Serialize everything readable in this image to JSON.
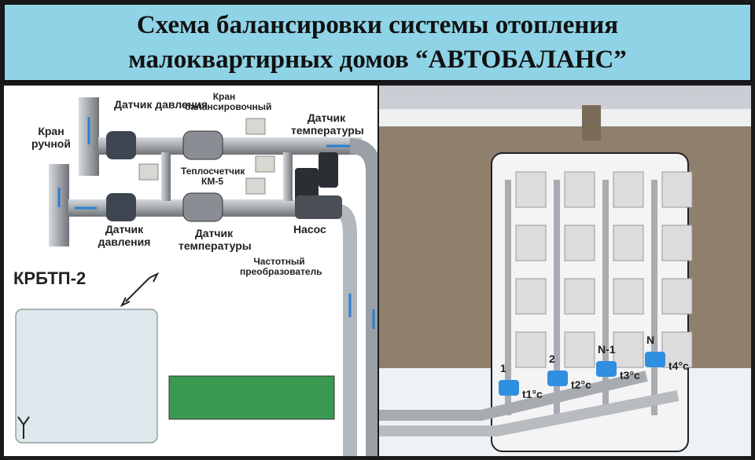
{
  "title": {
    "line1": "Схема балансировки системы отопления",
    "line2": "малоквартирных домов “АВТОБАЛАНС”"
  },
  "labels": {
    "pressure_sensor_top": "Датчик давления",
    "manual_valve": "Кран ручной",
    "balancing_valve": "Кран балансировочный",
    "temp_sensor_top": "Датчик температуры",
    "heat_meter": "Теплосчетчик КМ-5",
    "pressure_sensor_bottom": "Датчик давления",
    "temp_sensor_bottom": "Датчик температуры",
    "pump": "Насос",
    "frequency_converter": "Частотный преобразователь",
    "controller": "КРБТП-2"
  },
  "risers": [
    {
      "number": "1",
      "temp": "t1°c"
    },
    {
      "number": "2",
      "temp": "t2°c"
    },
    {
      "number": "N-1",
      "temp": "t3°c"
    },
    {
      "number": "N",
      "temp": "t4°c"
    }
  ],
  "colors": {
    "banner": "#8fd3e6",
    "pipe": "#a9adb2",
    "flow_arrow": "#2a7fd4",
    "actuator": "#2f8fe0"
  }
}
